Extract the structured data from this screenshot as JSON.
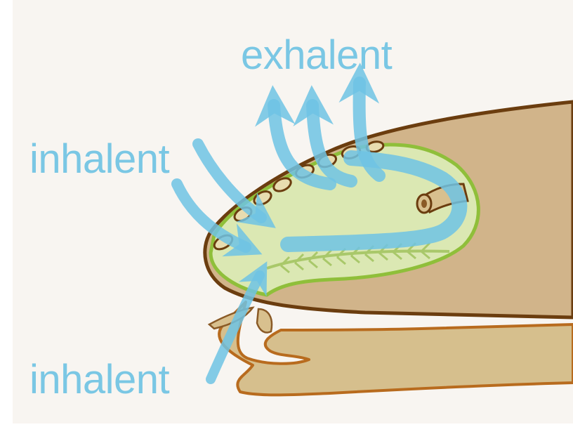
{
  "labels": {
    "exhalent": "exhalent",
    "inhalent_upper": "inhalent",
    "inhalent_lower": "inhalent"
  },
  "colors": {
    "background": "#f8f5f1",
    "flow_arrow": "#6ec3e4",
    "label_text": "#7ac7e4",
    "shell_fill": "#d1b48a",
    "shell_outline": "#6b3d0f",
    "foot_fill": "#d6bf8d",
    "foot_outline": "#b86b1e",
    "cavity_fill": "#dbe8b3",
    "cavity_outline": "#8fbf3a",
    "gill": "#a9c86a",
    "siphon_fill": "#d8c08e"
  }
}
